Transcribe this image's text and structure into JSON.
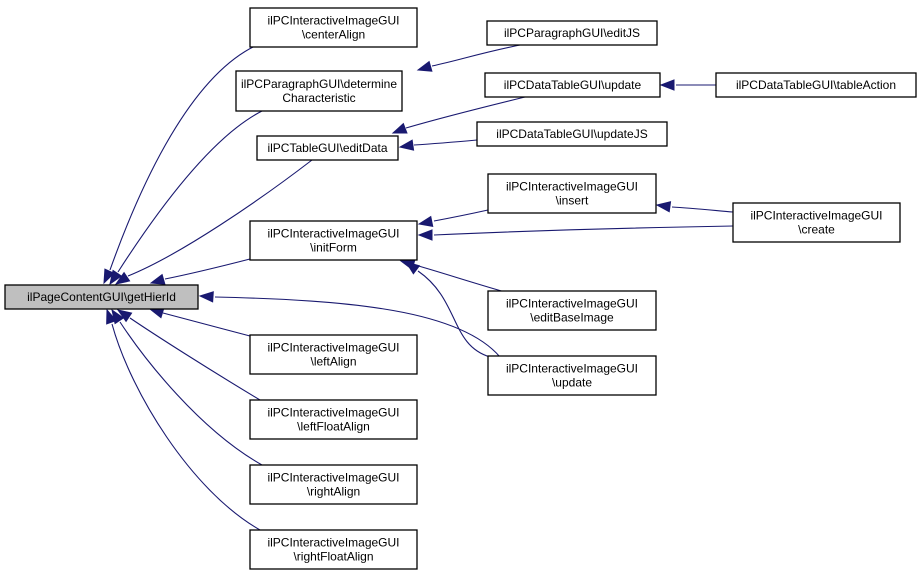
{
  "diagram": {
    "type": "call-graph",
    "colors": {
      "edge": "#191970",
      "root_fill": "#bfbfbf",
      "node_fill": "#ffffff",
      "node_border": "#000000"
    },
    "nodes": [
      {
        "id": "getHierId",
        "lines": [
          "ilPageContentGUI\\getHierId"
        ],
        "root": true
      },
      {
        "id": "centerAlign",
        "lines": [
          "ilPCInteractiveImageGUI",
          "\\centerAlign"
        ]
      },
      {
        "id": "determineCharacteristic",
        "lines": [
          "ilPCParagraphGUI\\determine",
          "Characteristic"
        ]
      },
      {
        "id": "editData",
        "lines": [
          "ilPCTableGUI\\editData"
        ]
      },
      {
        "id": "initForm",
        "lines": [
          "ilPCInteractiveImageGUI",
          "\\initForm"
        ]
      },
      {
        "id": "leftAlign",
        "lines": [
          "ilPCInteractiveImageGUI",
          "\\leftAlign"
        ]
      },
      {
        "id": "leftFloatAlign",
        "lines": [
          "ilPCInteractiveImageGUI",
          "\\leftFloatAlign"
        ]
      },
      {
        "id": "rightAlign",
        "lines": [
          "ilPCInteractiveImageGUI",
          "\\rightAlign"
        ]
      },
      {
        "id": "rightFloatAlign",
        "lines": [
          "ilPCInteractiveImageGUI",
          "\\rightFloatAlign"
        ]
      },
      {
        "id": "editJS",
        "lines": [
          "ilPCParagraphGUI\\editJS"
        ]
      },
      {
        "id": "dtUpdate",
        "lines": [
          "ilPCDataTableGUI\\update"
        ]
      },
      {
        "id": "updateJS",
        "lines": [
          "ilPCDataTableGUI\\updateJS"
        ]
      },
      {
        "id": "insert",
        "lines": [
          "ilPCInteractiveImageGUI",
          "\\insert"
        ]
      },
      {
        "id": "editBaseImage",
        "lines": [
          "ilPCInteractiveImageGUI",
          "\\editBaseImage"
        ]
      },
      {
        "id": "iiUpdate",
        "lines": [
          "ilPCInteractiveImageGUI",
          "\\update"
        ]
      },
      {
        "id": "tableAction",
        "lines": [
          "ilPCDataTableGUI\\tableAction"
        ]
      },
      {
        "id": "create",
        "lines": [
          "ilPCInteractiveImageGUI",
          "\\create"
        ]
      }
    ],
    "edges": [
      {
        "from": "centerAlign",
        "to": "getHierId"
      },
      {
        "from": "determineCharacteristic",
        "to": "getHierId"
      },
      {
        "from": "editData",
        "to": "getHierId"
      },
      {
        "from": "initForm",
        "to": "getHierId"
      },
      {
        "from": "iiUpdate",
        "to": "getHierId"
      },
      {
        "from": "leftAlign",
        "to": "getHierId"
      },
      {
        "from": "leftFloatAlign",
        "to": "getHierId"
      },
      {
        "from": "rightAlign",
        "to": "getHierId"
      },
      {
        "from": "rightFloatAlign",
        "to": "getHierId"
      },
      {
        "from": "editJS",
        "to": "determineCharacteristic"
      },
      {
        "from": "dtUpdate",
        "to": "editData"
      },
      {
        "from": "updateJS",
        "to": "editData"
      },
      {
        "from": "tableAction",
        "to": "dtUpdate"
      },
      {
        "from": "insert",
        "to": "initForm"
      },
      {
        "from": "create",
        "to": "initForm"
      },
      {
        "from": "editBaseImage",
        "to": "initForm"
      },
      {
        "from": "iiUpdate",
        "to": "initForm"
      },
      {
        "from": "create",
        "to": "insert"
      }
    ]
  }
}
